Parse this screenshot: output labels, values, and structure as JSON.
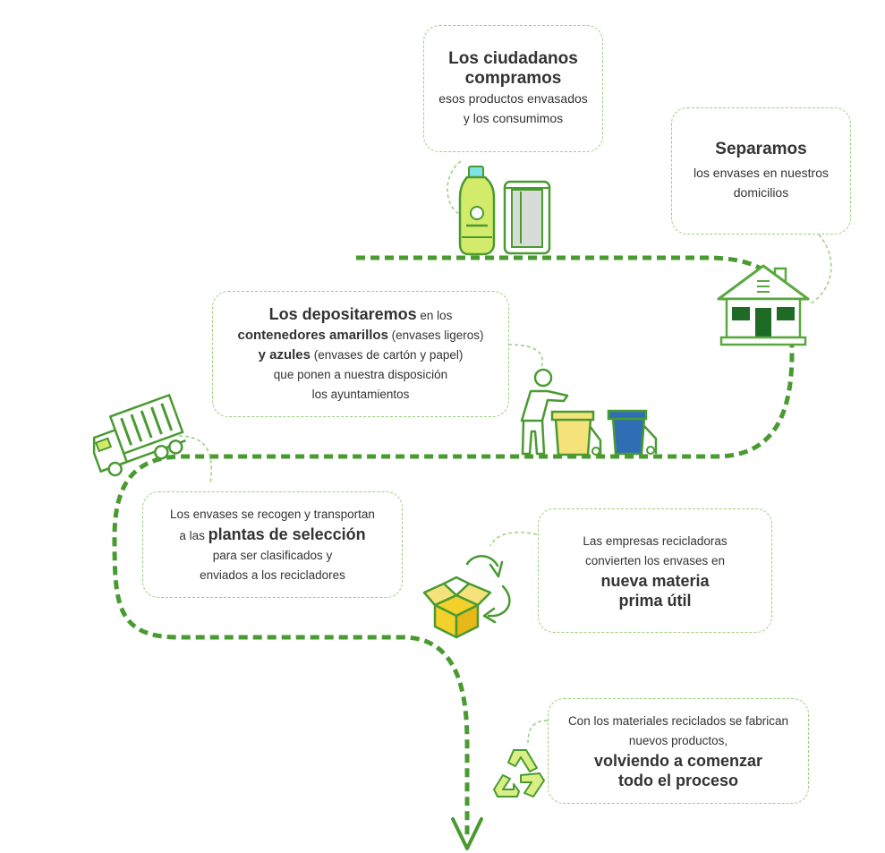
{
  "colors": {
    "path_green": "#4a9a32",
    "dash_border": "#9bcf7c",
    "house_green": "#5aa83f",
    "dark_green": "#1f6b25",
    "yellow_bin": "#f6e27a",
    "blue_bin": "#2f6eb5",
    "bottle_fill": "#d3eb6a",
    "bottle_cap": "#7fe3e3",
    "box_yellow": "#f3d02a",
    "recycle_fill": "#d9ee84"
  },
  "steps": {
    "compramos": {
      "title_line1": "Los ciudadanos",
      "title_line2": "compramos",
      "desc_line1": "esos productos envasados",
      "desc_line2": "y los consumimos"
    },
    "separamos": {
      "title": "Separamos",
      "desc_line1": "los envases en nuestros",
      "desc_line2": "domicilios"
    },
    "depositaremos": {
      "title": "Los depositaremos",
      "title_suffix": " en los",
      "yellow_bold": "contenedores amarillos",
      "yellow_note": " (envases ligeros)",
      "blue_bold": "y azules",
      "blue_note": " (envases de cartón y papel)",
      "line4": "que ponen a nuestra disposición",
      "line5": "los ayuntamientos"
    },
    "recogen": {
      "line1": "Los envases se recogen y transportan",
      "line2_prefix": "a las ",
      "line2_bold": "plantas de selección",
      "line3": "para ser clasificados y",
      "line4": "enviados a los recicladores"
    },
    "recicladoras": {
      "line1": "Las empresas recicladoras",
      "line2": "convierten los envases en",
      "bold_line1": "nueva materia",
      "bold_line2": "prima útil"
    },
    "comenzar": {
      "line1": "Con los materiales reciclados se fabrican",
      "line2": "nuevos productos,",
      "bold_line1": "volviendo a comenzar",
      "bold_line2": "todo el proceso"
    }
  },
  "icons": [
    "bottle-icon",
    "can-icon",
    "house-icon",
    "person-icon",
    "yellow-bin-icon",
    "blue-bin-icon",
    "truck-icon",
    "box-icon",
    "recycle-arrows-icon",
    "recycle-symbol-icon",
    "arrow-down-icon"
  ]
}
